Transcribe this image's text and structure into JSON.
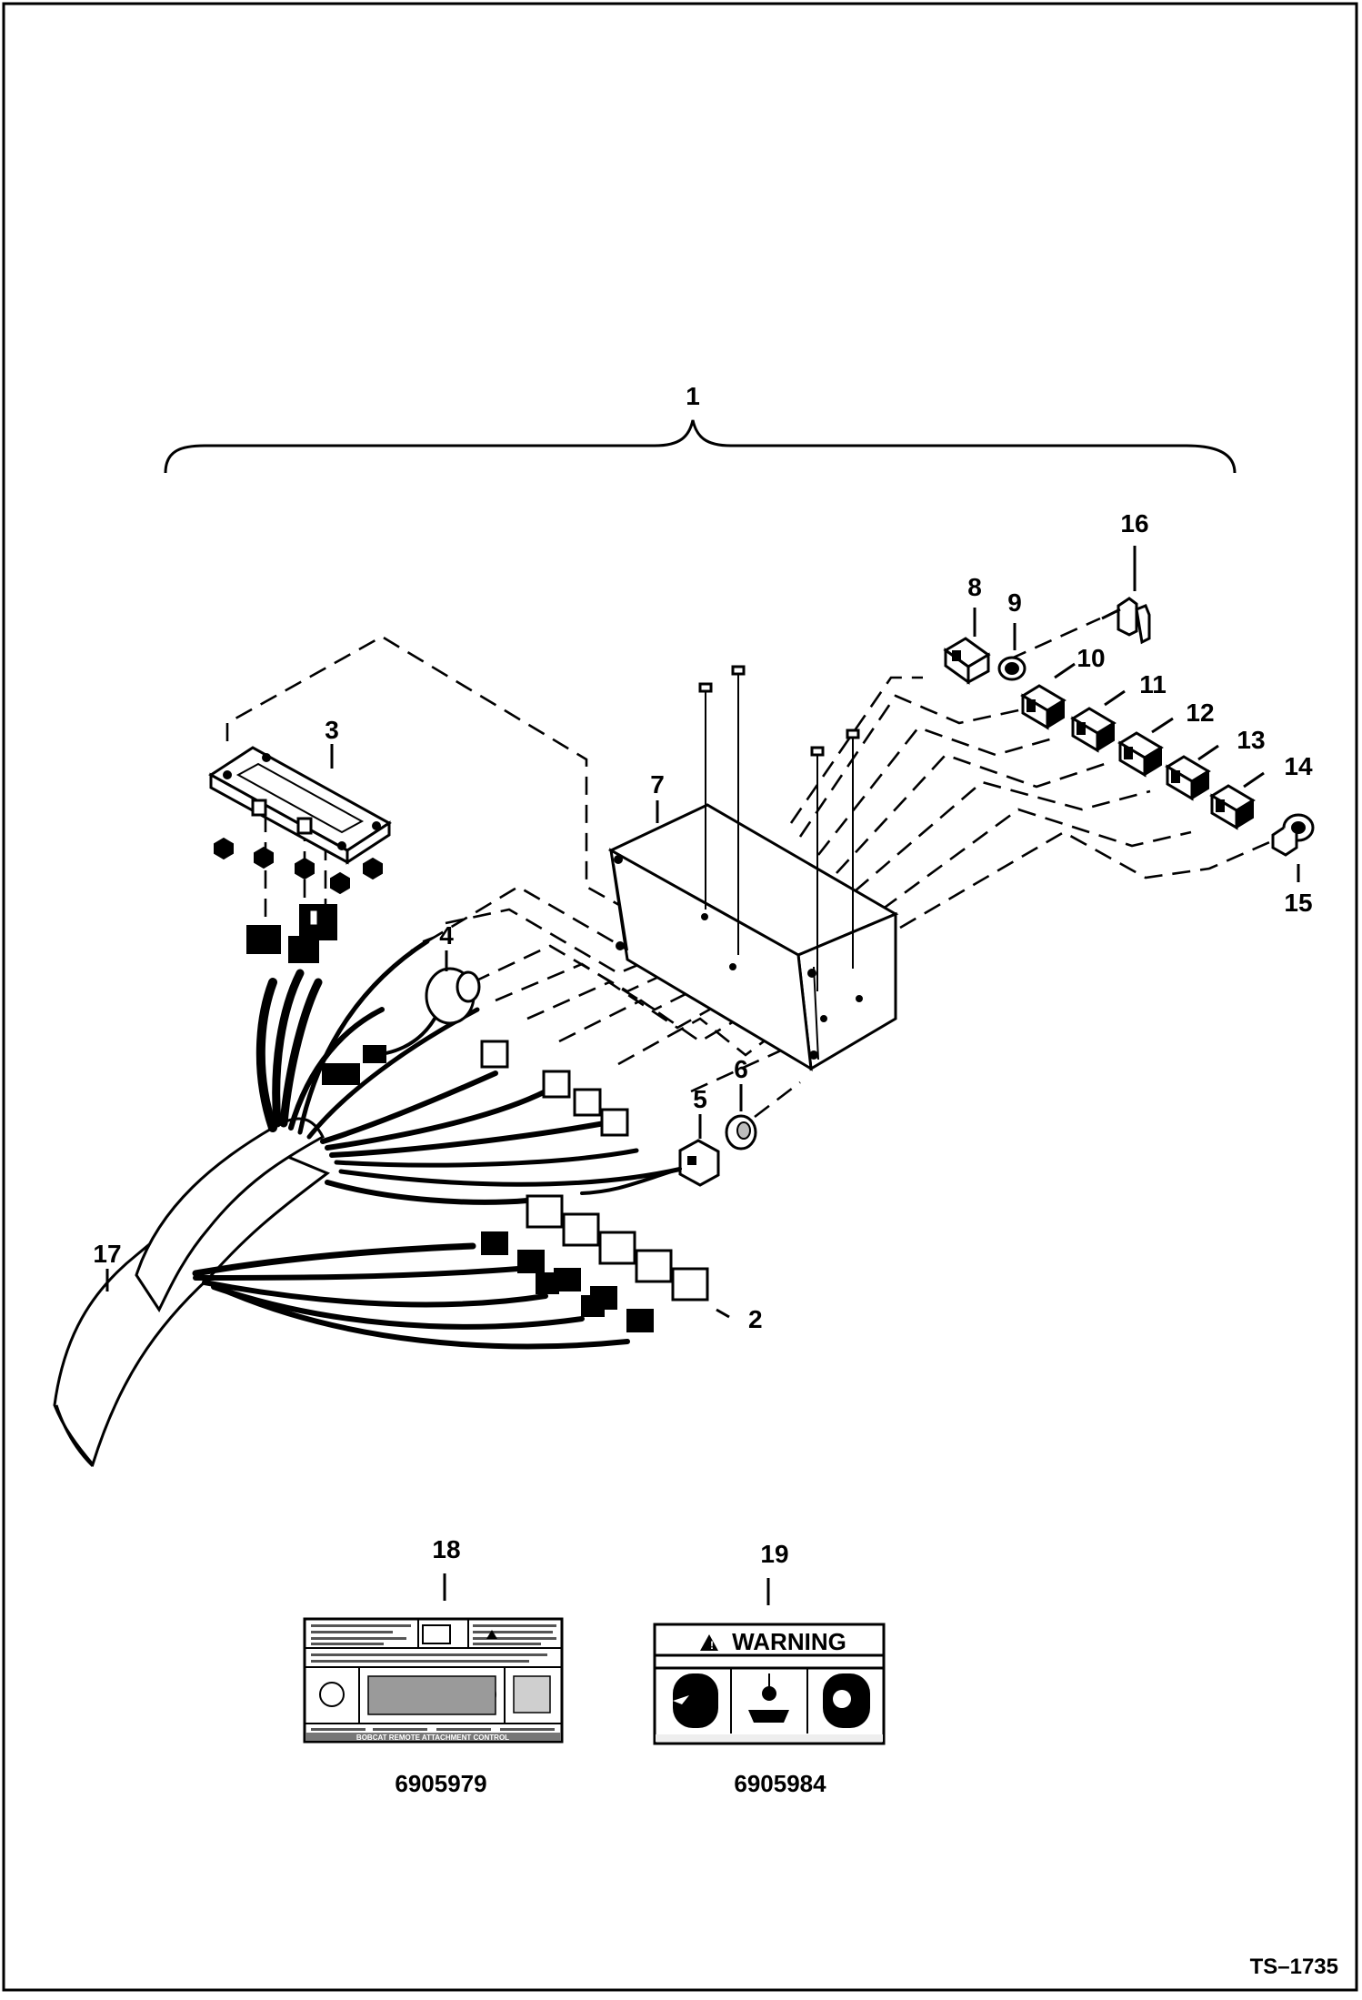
{
  "drawing": {
    "id": "TS–1735"
  },
  "callouts": {
    "c1": "1",
    "c2": "2",
    "c3": "3",
    "c4": "4",
    "c5": "5",
    "c6": "6",
    "c7": "7",
    "c8": "8",
    "c9": "9",
    "c10": "10",
    "c11": "11",
    "c12": "12",
    "c13": "13",
    "c14": "14",
    "c15": "15",
    "c16": "16",
    "c17": "17",
    "c18": "18",
    "c19": "19"
  },
  "decals": {
    "decal_18": {
      "part_number": "6905979",
      "footer_text": "BOBCAT REMOTE ATTACHMENT CONTROL"
    },
    "decal_19": {
      "part_number": "6905984",
      "signal_word": "WARNING"
    }
  },
  "colors": {
    "line": "#000000",
    "background": "#ffffff",
    "shade": "#bdbdbd"
  }
}
